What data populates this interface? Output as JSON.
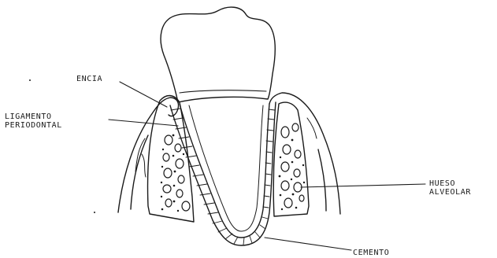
{
  "labels": {
    "encia": "ENCIA",
    "ligamento_line1": "LIGAMENTO",
    "ligamento_line2": "PERIODONTAL",
    "hueso_line1": "HUESO",
    "hueso_line2": "ALVEOLAR",
    "cemento": "CEMENTO"
  },
  "colors": {
    "ink": "#1a1a1a",
    "paper": "#ffffff"
  }
}
